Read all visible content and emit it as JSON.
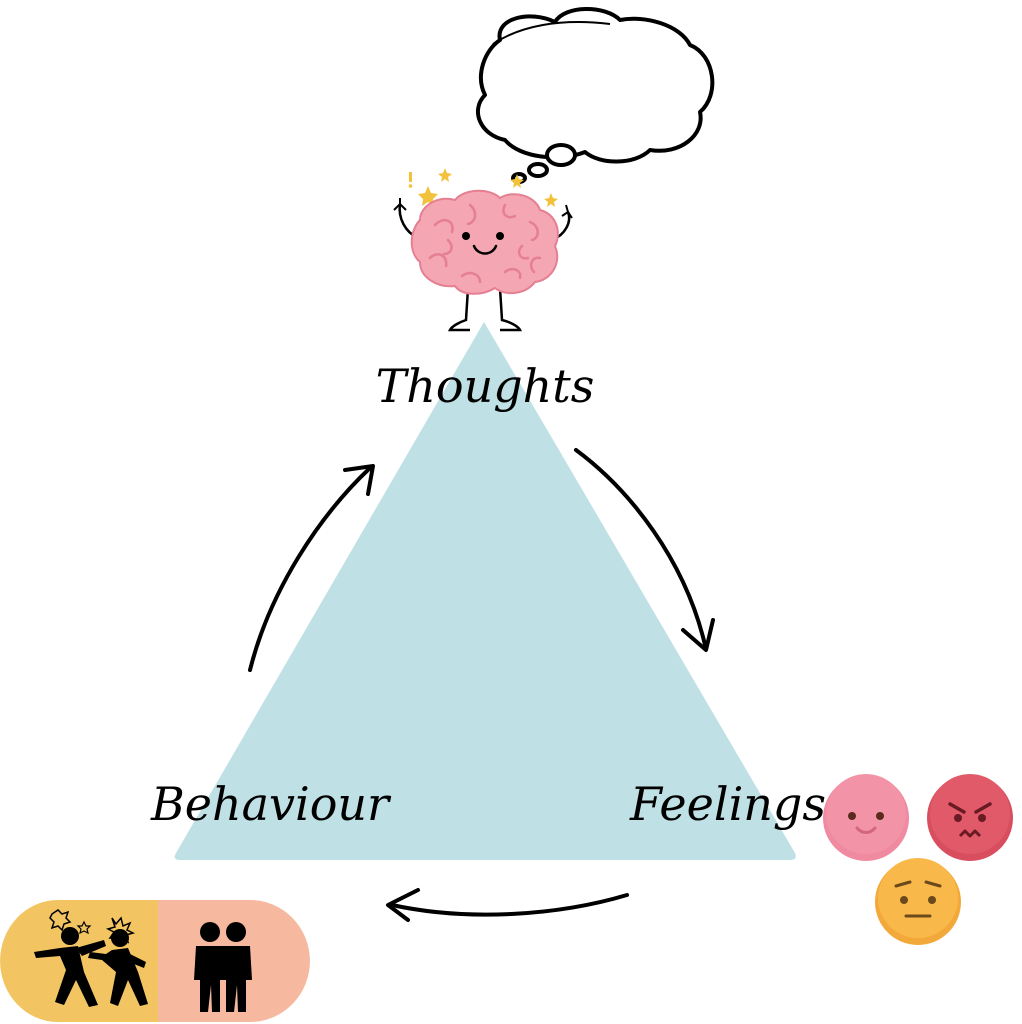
{
  "labels": {
    "top": "Thoughts",
    "right": "Feelings",
    "left": "Behaviour"
  },
  "colors": {
    "triangle": "#bfe0e4",
    "brain": "#f4a6b2",
    "brain_dark": "#e57f92",
    "face_pink": "#ef8aa0",
    "face_red": "#d94e5e",
    "face_yellow": "#f9b84a",
    "fight_bg": "#f3c562",
    "friends_bg": "#f6b9a0",
    "stroke": "#000000"
  },
  "icons": [
    "thought-bubble-icon",
    "brain-character-icon",
    "happy-face-icon",
    "angry-face-icon",
    "worried-face-icon",
    "fighting-people-icon",
    "friends-hug-icon"
  ]
}
